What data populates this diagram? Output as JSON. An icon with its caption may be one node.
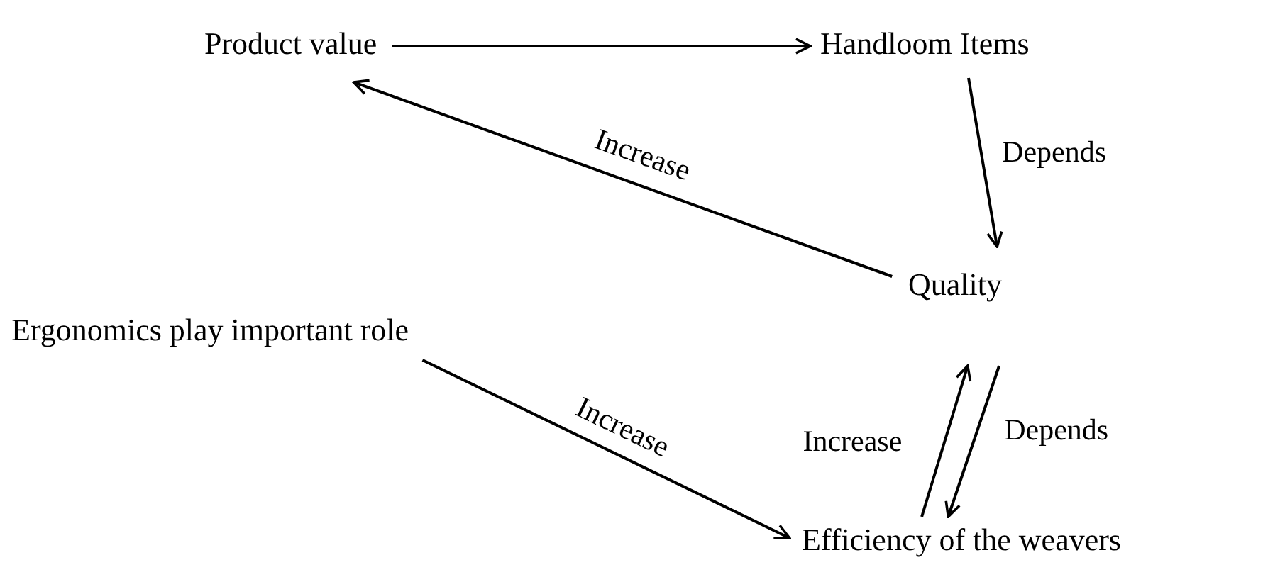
{
  "diagram": {
    "nodes": [
      {
        "text": [
          "Product value"
        ]
      },
      {
        "text": [
          "Handloom Items"
        ]
      },
      {
        "text": [
          "Quality"
        ]
      },
      {
        "text": [
          "Ergonomics play important role"
        ]
      },
      {
        "text": [
          "Efficiency of the weavers"
        ]
      }
    ],
    "edges": [
      {
        "from": 0,
        "to": 1,
        "arrow": "to"
      },
      {
        "from": 2,
        "to": 0,
        "arrow": "to",
        "label": "Increase"
      },
      {
        "from": 1,
        "to": 2,
        "arrow": "to",
        "label": "Depends"
      },
      {
        "from": 4,
        "to": 2,
        "arrow": "to",
        "label": "Increase"
      },
      {
        "from": 2,
        "to": 4,
        "arrow": "to",
        "label": "Depends"
      },
      {
        "from": 3,
        "to": 4,
        "arrow": "to",
        "label": "Increase"
      }
    ]
  }
}
